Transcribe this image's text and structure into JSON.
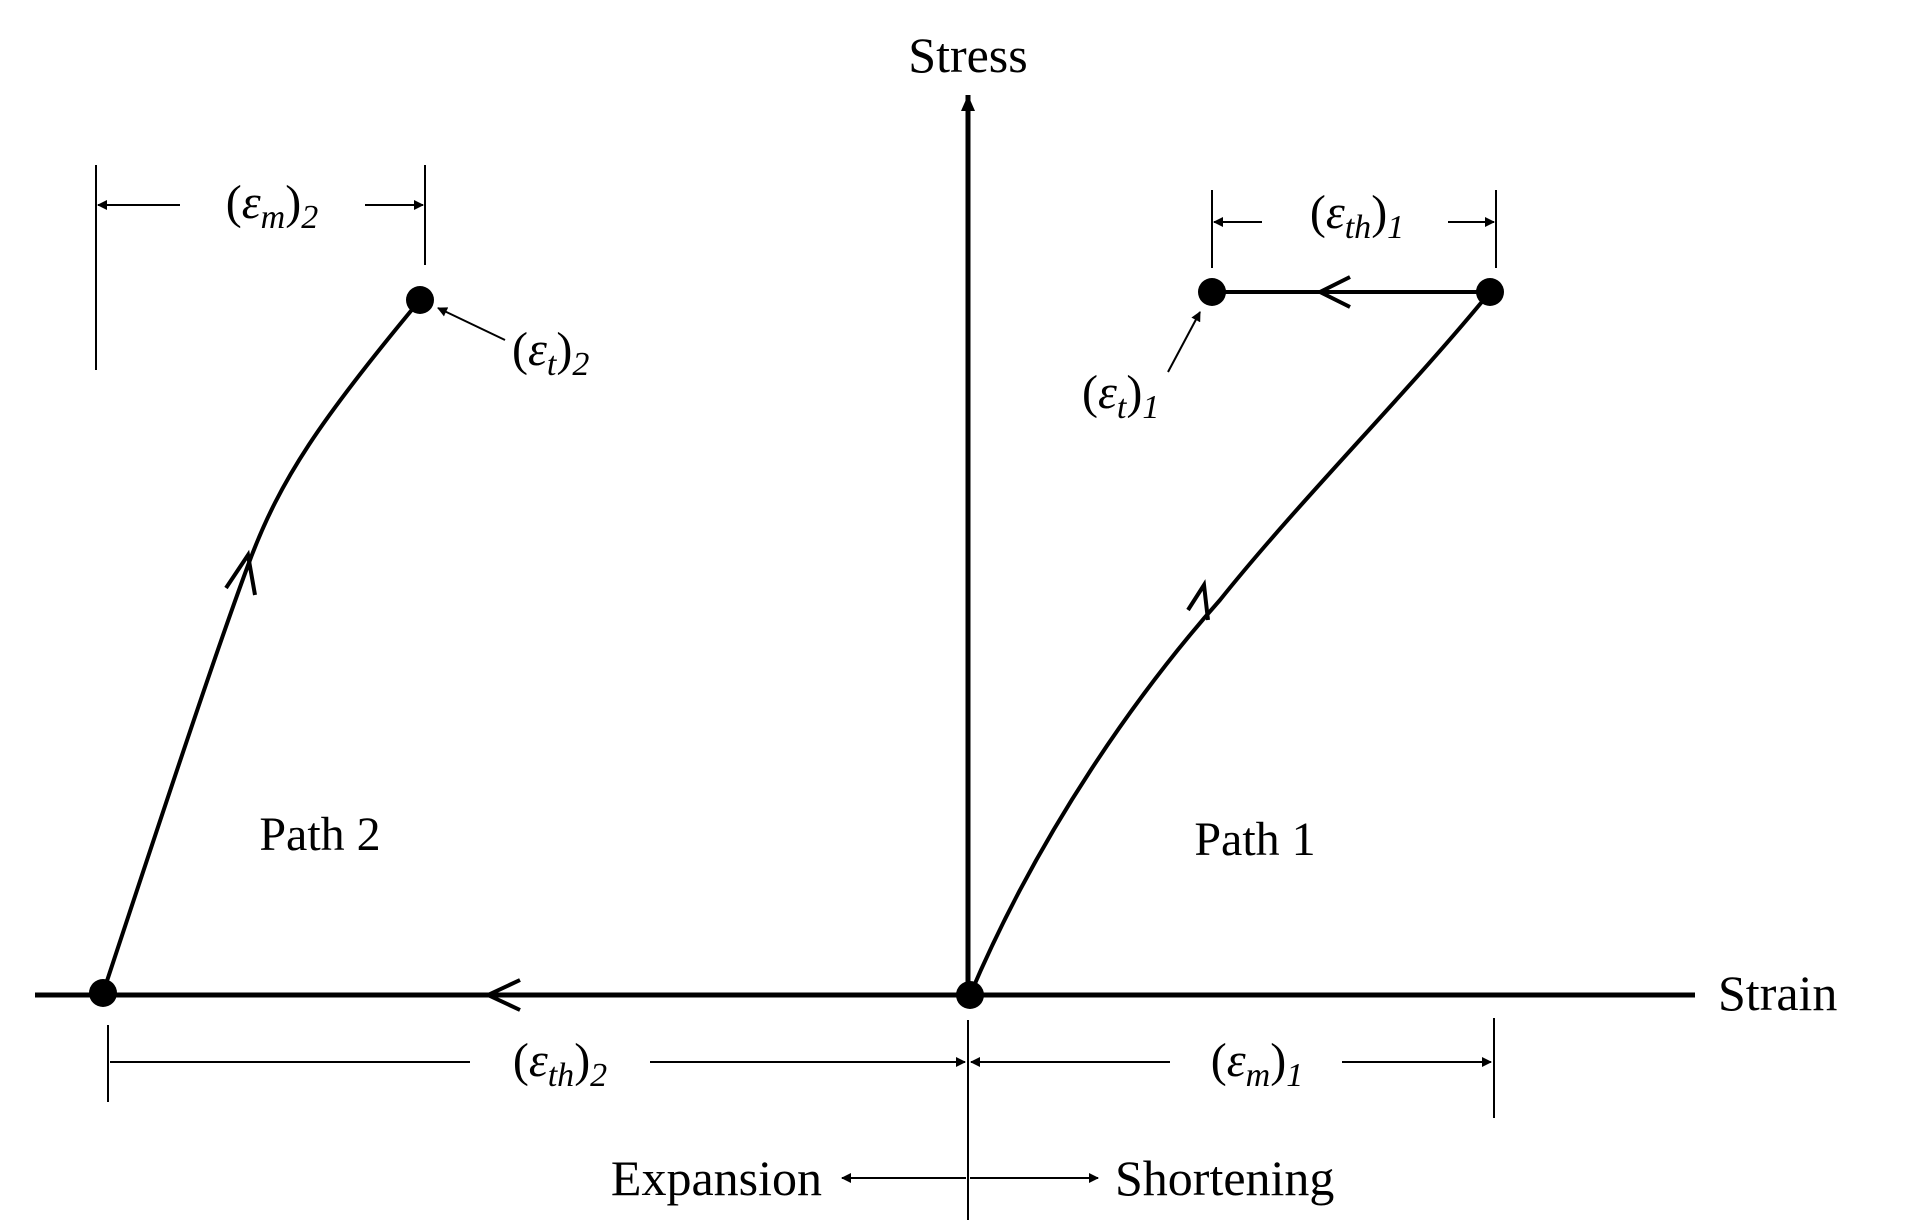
{
  "axes": {
    "y_label": "Stress",
    "x_label": "Strain"
  },
  "paths": {
    "path1": "Path 1",
    "path2": "Path 2"
  },
  "direction": {
    "expansion": "Expansion",
    "shortening": "Shortening"
  },
  "annotations": {
    "eps_m_2": {
      "open": "(",
      "symbol": "ε",
      "sub": "m",
      "close": ")",
      "index": "2"
    },
    "eps_t_2": {
      "open": "(",
      "symbol": "ε",
      "sub": "t",
      "close": ")",
      "index": "2"
    },
    "eps_th_1": {
      "open": "(",
      "symbol": "ε",
      "sub": "th",
      "close": ")",
      "index": "1"
    },
    "eps_t_1": {
      "open": "(",
      "symbol": "ε",
      "sub": "t",
      "close": ")",
      "index": "1"
    },
    "eps_th_2": {
      "open": "(",
      "symbol": "ε",
      "sub": "th",
      "close": ")",
      "index": "2"
    },
    "eps_m_1": {
      "open": "(",
      "symbol": "ε",
      "sub": "m",
      "close": ")",
      "index": "1"
    }
  }
}
